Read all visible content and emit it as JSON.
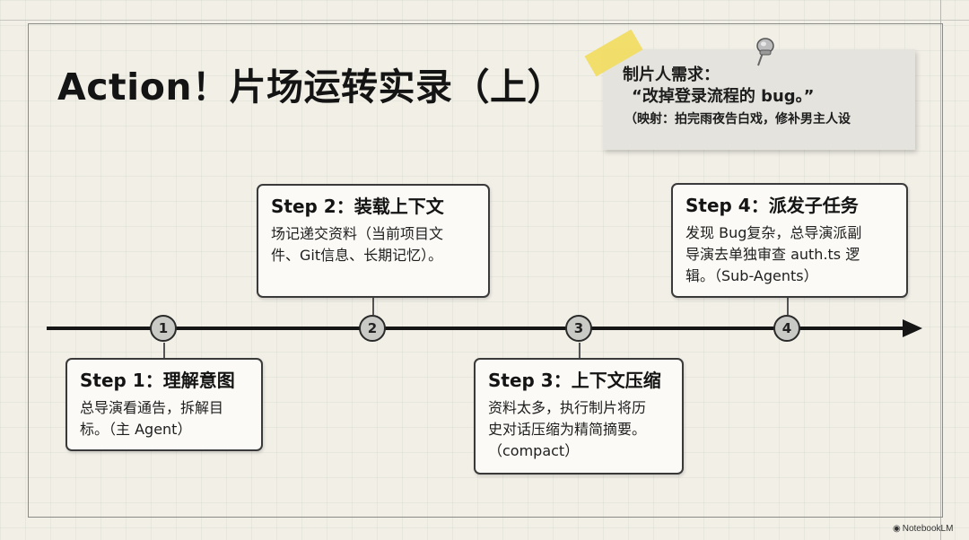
{
  "title": "Action！片场运转实录（上）",
  "note": {
    "line1": "制片人需求：",
    "line2": "“改掉登录流程的 bug。”",
    "line3": "（映射：拍完雨夜告白戏，修补男主人设"
  },
  "timeline": {
    "nodes": [
      "1",
      "2",
      "3",
      "4"
    ]
  },
  "steps": [
    {
      "title": "Step 1：理解意图",
      "body": [
        "总导演看通告，拆解目",
        "标。（主 Agent）"
      ]
    },
    {
      "title": "Step 2：装载上下文",
      "body": [
        "场记递交资料（当前项目文",
        "件、Git信息、长期记忆）。"
      ]
    },
    {
      "title": "Step 3：上下文压缩",
      "body": [
        "资料太多，执行制片将历",
        "史对话压缩为精简摘要。",
        "（compact）"
      ]
    },
    {
      "title": "Step 4：派发子任务",
      "body": [
        "发现 Bug复杂，总导演派副",
        "导演去单独审查 auth.ts 逻",
        "辑。（Sub-Agents）"
      ]
    }
  ],
  "brand": {
    "icon": "notebooklm-logo-icon",
    "label": "NotebookLM"
  }
}
